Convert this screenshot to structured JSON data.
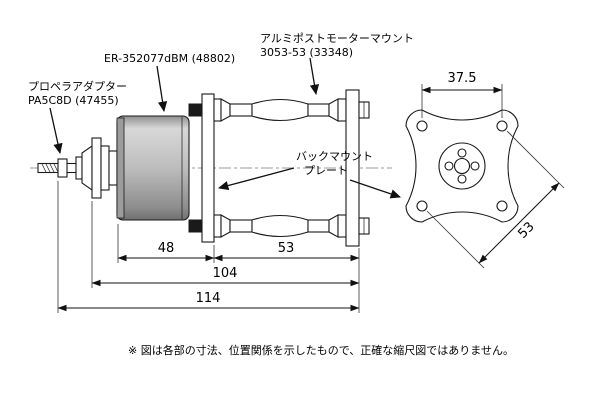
{
  "figure": {
    "labels": {
      "prop_adapter": {
        "line1": "プロペラアダプター",
        "line2": "PA5C8D (47455)"
      },
      "motor": "ER-352077dBM (48802)",
      "post_mount": {
        "line1": "アルミポストモーターマウント",
        "line2": "3053-53 (33348)"
      },
      "back_plate": {
        "line1": "バックマウント",
        "line2": "プレート"
      }
    },
    "dimensions": {
      "hole_span": "37.5",
      "motor_length": "48",
      "post_length": "53",
      "overall_104": "104",
      "overall_114": "114",
      "hole_diagonal": "53"
    },
    "footnote": "※ 図は各部の寸法、位置関係を示したもので、正確な縮尺図ではありません。",
    "colors": {
      "line": "#1a1a1a",
      "motor_gray": "#b5b5b5",
      "background": "#ffffff"
    }
  }
}
